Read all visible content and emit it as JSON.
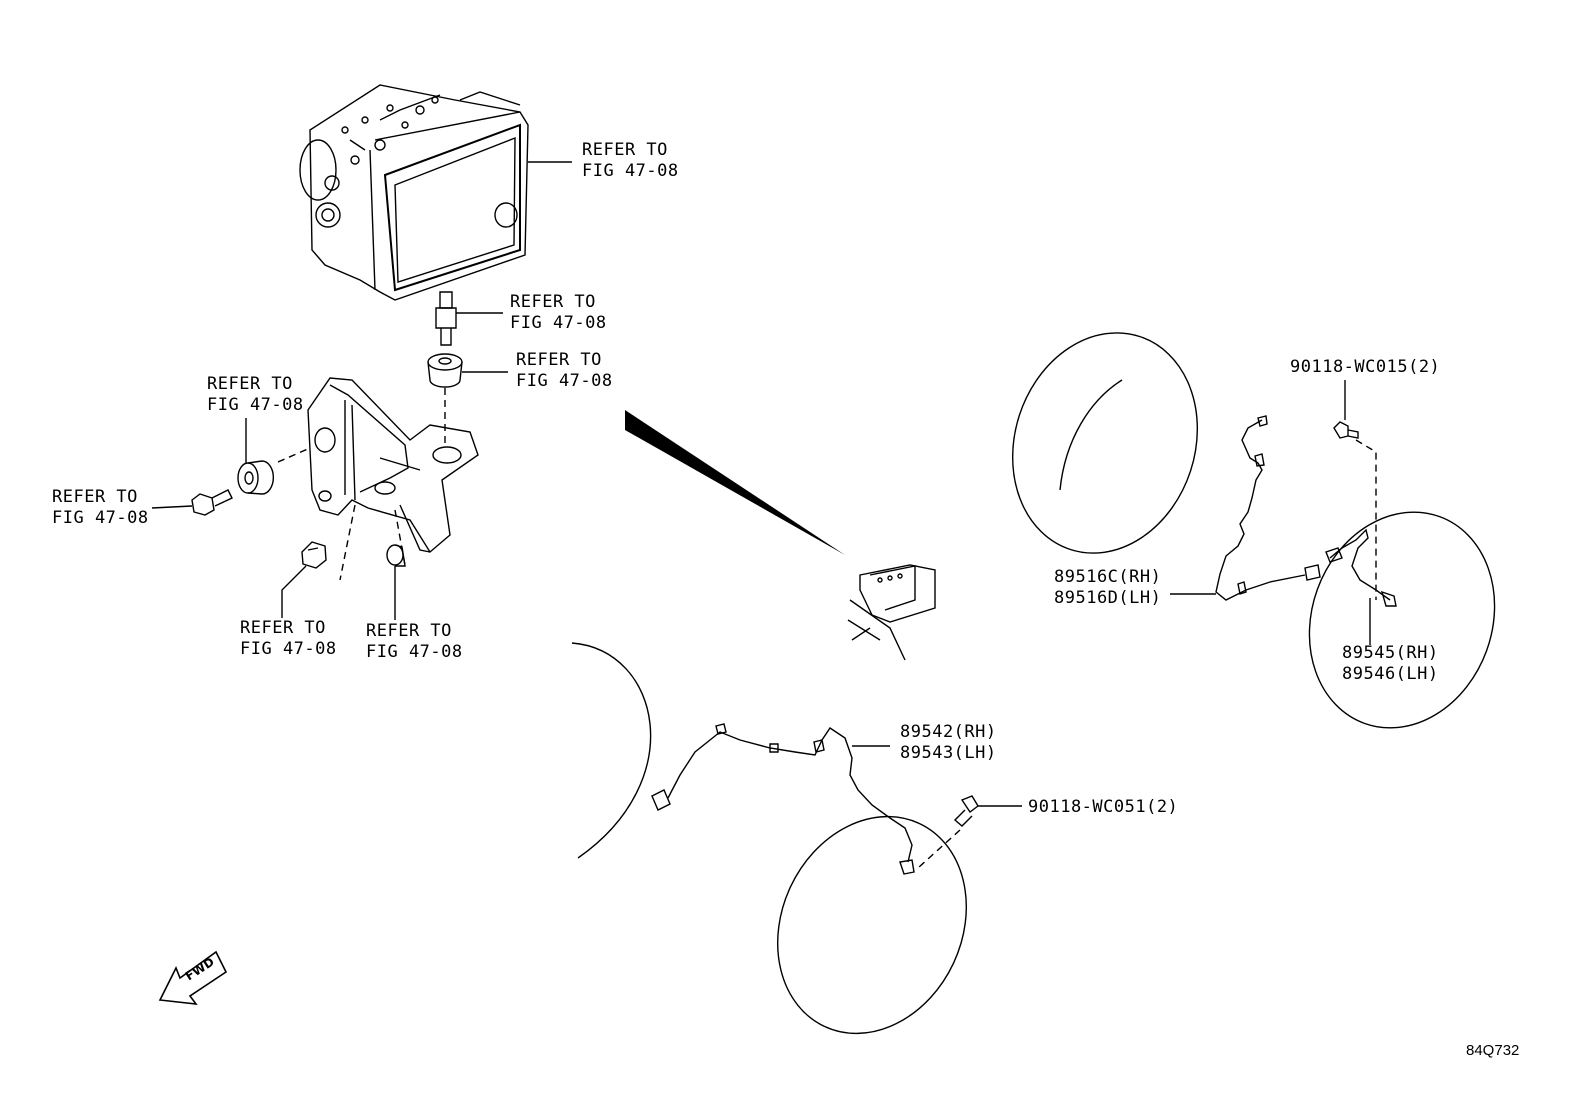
{
  "callouts": {
    "abs_actuator": {
      "line1": "REFER TO",
      "line2": "FIG 47-08"
    },
    "stud_bolt": {
      "line1": "REFER TO",
      "line2": "FIG 47-08"
    },
    "cushion_top": {
      "line1": "REFER TO",
      "line2": "FIG 47-08"
    },
    "cushion_side": {
      "line1": "REFER TO",
      "line2": "FIG 47-08"
    },
    "bolt_side": {
      "line1": "REFER TO",
      "line2": "FIG 47-08"
    },
    "nut_bottom": {
      "line1": "REFER TO",
      "line2": "FIG 47-08"
    },
    "collar_bottom": {
      "line1": "REFER TO",
      "line2": "FIG 47-08"
    }
  },
  "parts": {
    "rear_sensor": {
      "rh": "89516C(RH)",
      "lh": "89516D(LH)"
    },
    "rear_bolt": "90118-WC015(2)",
    "rear_wire": {
      "rh": "89545(RH)",
      "lh": "89546(LH)"
    },
    "front_sensor": {
      "rh": "89542(RH)",
      "lh": "89543(LH)"
    },
    "front_bolt": "90118-WC051(2)"
  },
  "fwd_label": "FWD",
  "figure_code": "84Q732"
}
